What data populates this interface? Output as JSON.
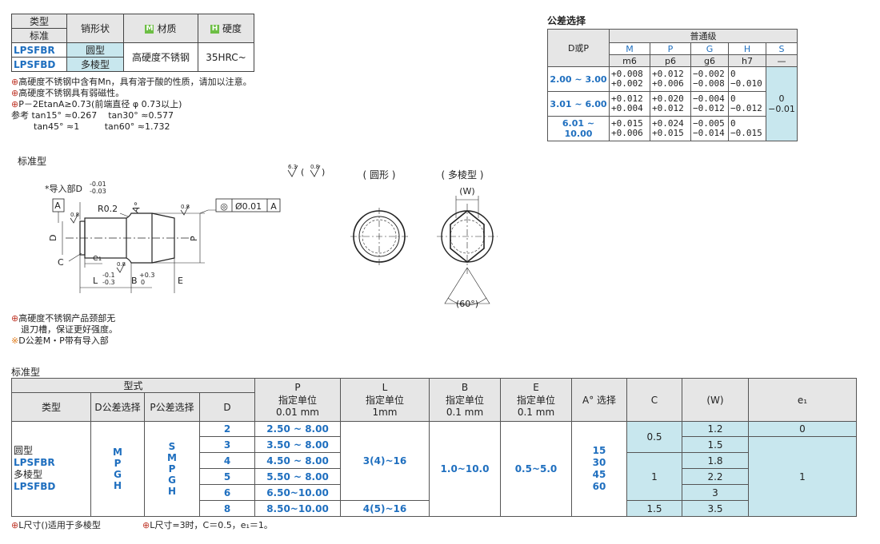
{
  "top_table": {
    "type_label": "类型",
    "standard_label": "标准",
    "pin_shape_label": "销形状",
    "material_badge": "M",
    "material_label": "材质",
    "hardness_badge": "H",
    "hardness_label": "硬度",
    "row1_code": "LPSFBR",
    "row1_shape": "圆型",
    "row2_code": "LPSFBD",
    "row2_shape": "多棱型",
    "material_value": "高硬度不锈钢",
    "hardness_value": "35HRC~"
  },
  "notes_top": [
    "高硬度不锈钢中含有Mn，具有溶于酸的性质，请加以注意。",
    "高硬度不锈钢具有弱磁性。",
    "P－2EtanA≥0.73(前端直径 φ 0.73以上)"
  ],
  "reference": {
    "label": "参考",
    "tan15": "tan15° ≈0.267",
    "tan30": "tan30° ≈0.577",
    "tan45": "tan45° ≈1",
    "tan60": "tan60° ≈1.732"
  },
  "tolerance": {
    "title": "公差选择",
    "row_header": "D或P",
    "group_header": "普通级",
    "cols": [
      "M",
      "P",
      "G",
      "H",
      "S"
    ],
    "grades": [
      "m6",
      "p6",
      "g6",
      "h7",
      "—"
    ],
    "rows": [
      {
        "range": "2.00 ~ 3.00",
        "M": [
          "+0.008",
          "+0.002"
        ],
        "P": [
          "+0.012",
          "+0.006"
        ],
        "G": [
          "−0.002",
          "−0.008"
        ],
        "H": [
          "0",
          "−0.010"
        ]
      },
      {
        "range": "3.01 ~ 6.00",
        "M": [
          "+0.012",
          "+0.004"
        ],
        "P": [
          "+0.020",
          "+0.012"
        ],
        "G": [
          "−0.004",
          "−0.012"
        ],
        "H": [
          "0",
          "−0.012"
        ]
      },
      {
        "range": "6.01 ~ 10.00",
        "M": [
          "+0.015",
          "+0.006"
        ],
        "P": [
          "+0.024",
          "+0.015"
        ],
        "G": [
          "−0.005",
          "−0.014"
        ],
        "H": [
          "0",
          "−0.015"
        ]
      }
    ],
    "s_values": [
      "0",
      "−0.01"
    ]
  },
  "drawing": {
    "section_title": "标准型",
    "guide_label": "*导入部D",
    "guide_tol": [
      "-0.01",
      "-0.03"
    ],
    "datum": "A",
    "r_label": "R0.2",
    "a_label": "A°",
    "d_label": "D",
    "p_label": "P",
    "c_label": "C",
    "e1_label": "e₁",
    "l_label": "L",
    "l_tol": [
      "-0.1",
      "-0.3"
    ],
    "b_label": "B",
    "b_tol": [
      "+0.3",
      "0"
    ],
    "e_label": "E",
    "rough1": "0.8",
    "rough2": "0.8",
    "rough3": "0.8",
    "rough_top1": "6.3",
    "rough_top2": "0.8",
    "gdt_symbol": "◎",
    "gdt_value": "Ø0.01",
    "gdt_datum": "A",
    "round_caption": "( 圆形 )",
    "poly_caption": "( 多棱型 )",
    "w_label": "(W)",
    "angle_label": "(60°)"
  },
  "notes_mid": [
    "高硬度不锈钢产品颈部无",
    "退刀槽，保证更好强度。",
    "D公差M・P带有导入部"
  ],
  "main_table": {
    "section_title": "标准型",
    "h_form": "型式",
    "h_type": "类型",
    "h_dtol": "D公差选择",
    "h_ptol": "P公差选择",
    "h_d": "D",
    "h_p": [
      "P",
      "指定单位",
      "0.01 mm"
    ],
    "h_l": [
      "L",
      "指定单位",
      "1mm"
    ],
    "h_b": [
      "B",
      "指定单位",
      "0.1 mm"
    ],
    "h_e": [
      "E",
      "指定单位",
      "0.1 mm"
    ],
    "h_a": "A° 选择",
    "h_c": "C",
    "h_w": "(W)",
    "h_e1": "e₁",
    "types": [
      "圆型",
      "LPSFBR",
      "多棱型",
      "LPSFBD"
    ],
    "dtol": [
      "M",
      "P",
      "G",
      "H"
    ],
    "ptol": [
      "S",
      "M",
      "P",
      "G",
      "H"
    ],
    "d_values": [
      "2",
      "3",
      "4",
      "5",
      "6",
      "8"
    ],
    "p_values": [
      "2.50 ~ 8.00",
      "3.50 ~ 8.00",
      "4.50 ~ 8.00",
      "5.50 ~ 8.00",
      "6.50~10.00",
      "8.50~10.00"
    ],
    "l_main": "3(4)~16",
    "l_last": "4(5)~16",
    "b_value": "1.0~10.0",
    "e_value": "0.5~5.0",
    "a_values": [
      "15",
      "30",
      "45",
      "60"
    ],
    "c_values": [
      "0.5",
      "1",
      "1.5"
    ],
    "w_values": [
      "1.2",
      "1.5",
      "1.8",
      "2.2",
      "3",
      "3.5"
    ],
    "e1_values": [
      "0",
      "1"
    ]
  },
  "footer_notes": [
    "L尺寸()适用于多棱型",
    "L尺寸=3时，C＝0.5，e₁＝1。"
  ]
}
